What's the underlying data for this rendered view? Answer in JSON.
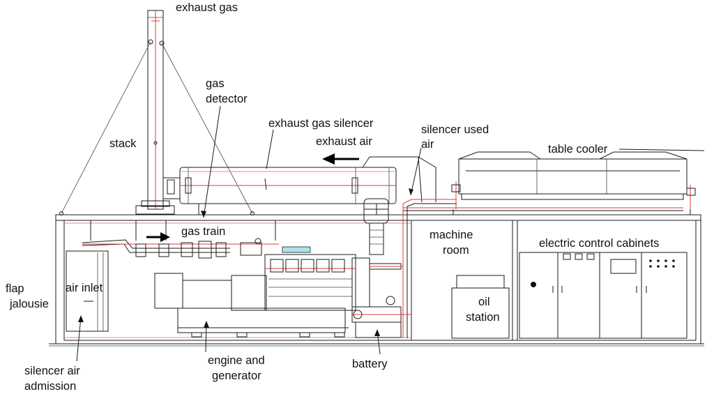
{
  "labels": {
    "exhaust_gas": "exhaust gas",
    "gas_detector_1": "gas",
    "gas_detector_2": "detector",
    "exhaust_gas_silencer": "exhaust gas silencer",
    "silencer_used_1": "silencer used",
    "silencer_used_2": "air",
    "stack": "stack",
    "exhaust_air": "exhaust air",
    "table_cooler": "table cooler",
    "gas_train": "gas train",
    "machine_room_1": "machine",
    "machine_room_2": "room",
    "electric_control_cabinets": "electric control cabinets",
    "flap_jalousie_1": "flap",
    "flap_jalousie_2": "jalousie",
    "air_inlet": "air inlet",
    "oil_station_1": "oil",
    "oil_station_2": "station",
    "silencer_air_admission_1": "silencer air",
    "silencer_air_admission_2": "admission",
    "engine_generator_1": "engine and",
    "engine_generator_2": "generator",
    "battery": "battery"
  }
}
